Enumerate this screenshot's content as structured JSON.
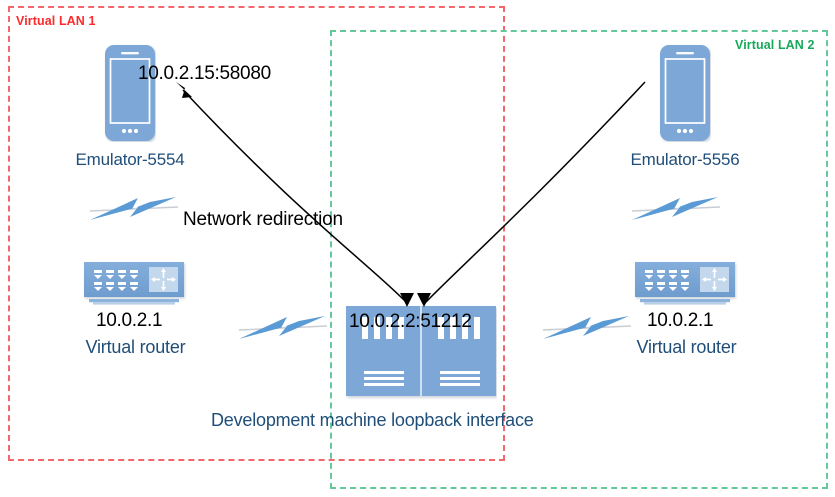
{
  "diagram": {
    "title": "Android emulator network redirection diagram",
    "colors": {
      "lan1_border": "#F4666B",
      "lan2_border": "#64C89B",
      "lan1_text": "#FF2A2A",
      "lan2_text": "#17A95A",
      "device_blue": "#7BA7D7",
      "label_navy": "#1F4E79",
      "arrow_black": "#000000"
    },
    "zones": [
      {
        "id": "lan1",
        "label": "Virtual LAN 1"
      },
      {
        "id": "lan2",
        "label": "Virtual LAN 2"
      }
    ],
    "nodes": {
      "emulator_left": {
        "icon": "smartphone-icon",
        "name": "Emulator-5554",
        "address": "10.0.2.15:58080"
      },
      "emulator_right": {
        "icon": "smartphone-icon",
        "name": "Emulator-5556"
      },
      "router_left": {
        "icon": "router-icon",
        "address": "10.0.2.1",
        "name": "Virtual router"
      },
      "router_right": {
        "icon": "router-icon",
        "address": "10.0.2.1",
        "name": "Virtual router"
      },
      "loopback": {
        "icon": "server-icon",
        "address": "10.0.2.2:51212",
        "name": "Development machine loopback interface"
      }
    },
    "connectors": {
      "bolt_left_upper": "lightning-link-icon",
      "bolt_left_lower": "lightning-link-icon",
      "bolt_right_upper": "lightning-link-icon",
      "bolt_right_lower": "lightning-link-icon"
    },
    "annotations": {
      "redirection": "Network redirection"
    }
  }
}
